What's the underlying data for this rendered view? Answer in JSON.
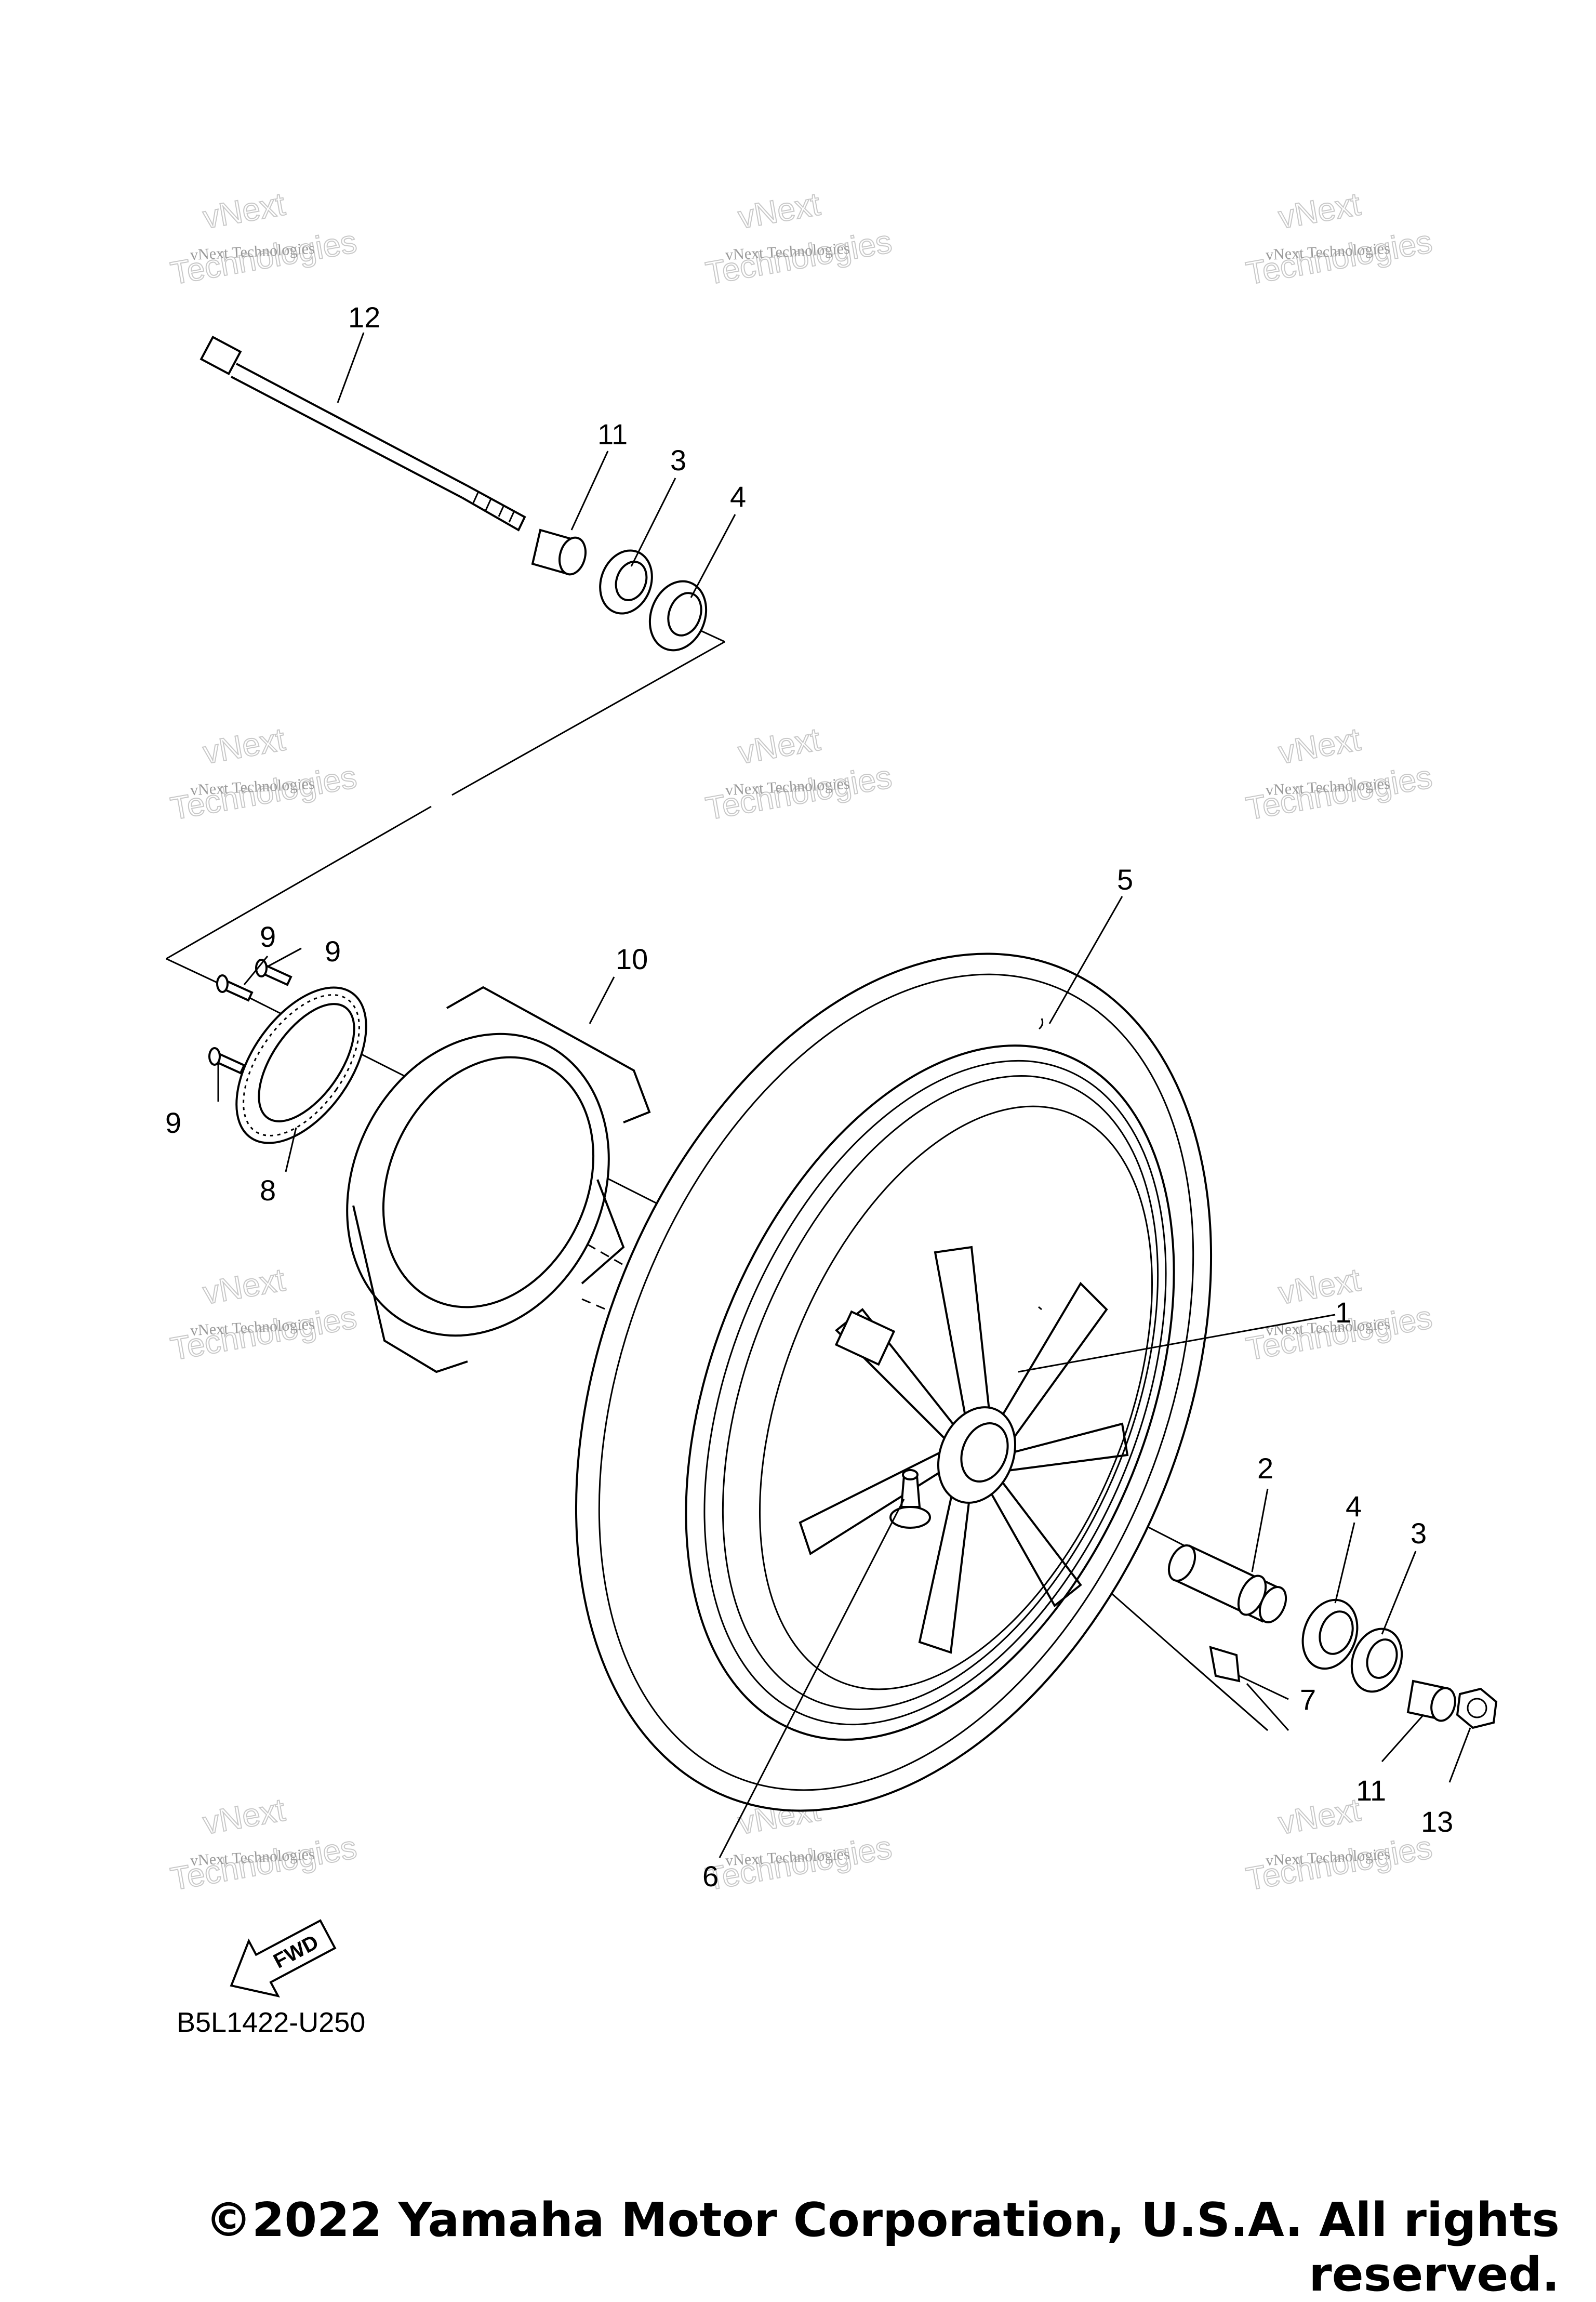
{
  "diagram": {
    "part_code": "B5L1422-U250",
    "fwd_label": "FWD",
    "watermark_line1": "vNext Technologies",
    "watermark_line2": "Technologies",
    "watermark_overlay": "vNext",
    "callouts": {
      "c1": "1",
      "c2": "2",
      "c3_top": "3",
      "c3_right": "3",
      "c4_top": "4",
      "c4_right": "4",
      "c5": "5",
      "c6": "6",
      "c7": "7",
      "c8": "8",
      "c9_a": "9",
      "c9_b": "9",
      "c9_c": "9",
      "c10": "10",
      "c11_top": "11",
      "c11_right": "11",
      "c12": "12",
      "c13": "13"
    }
  },
  "footer": {
    "copyright": "©2022 Yamaha Motor Corporation, U.S.A. All rights reserved."
  }
}
